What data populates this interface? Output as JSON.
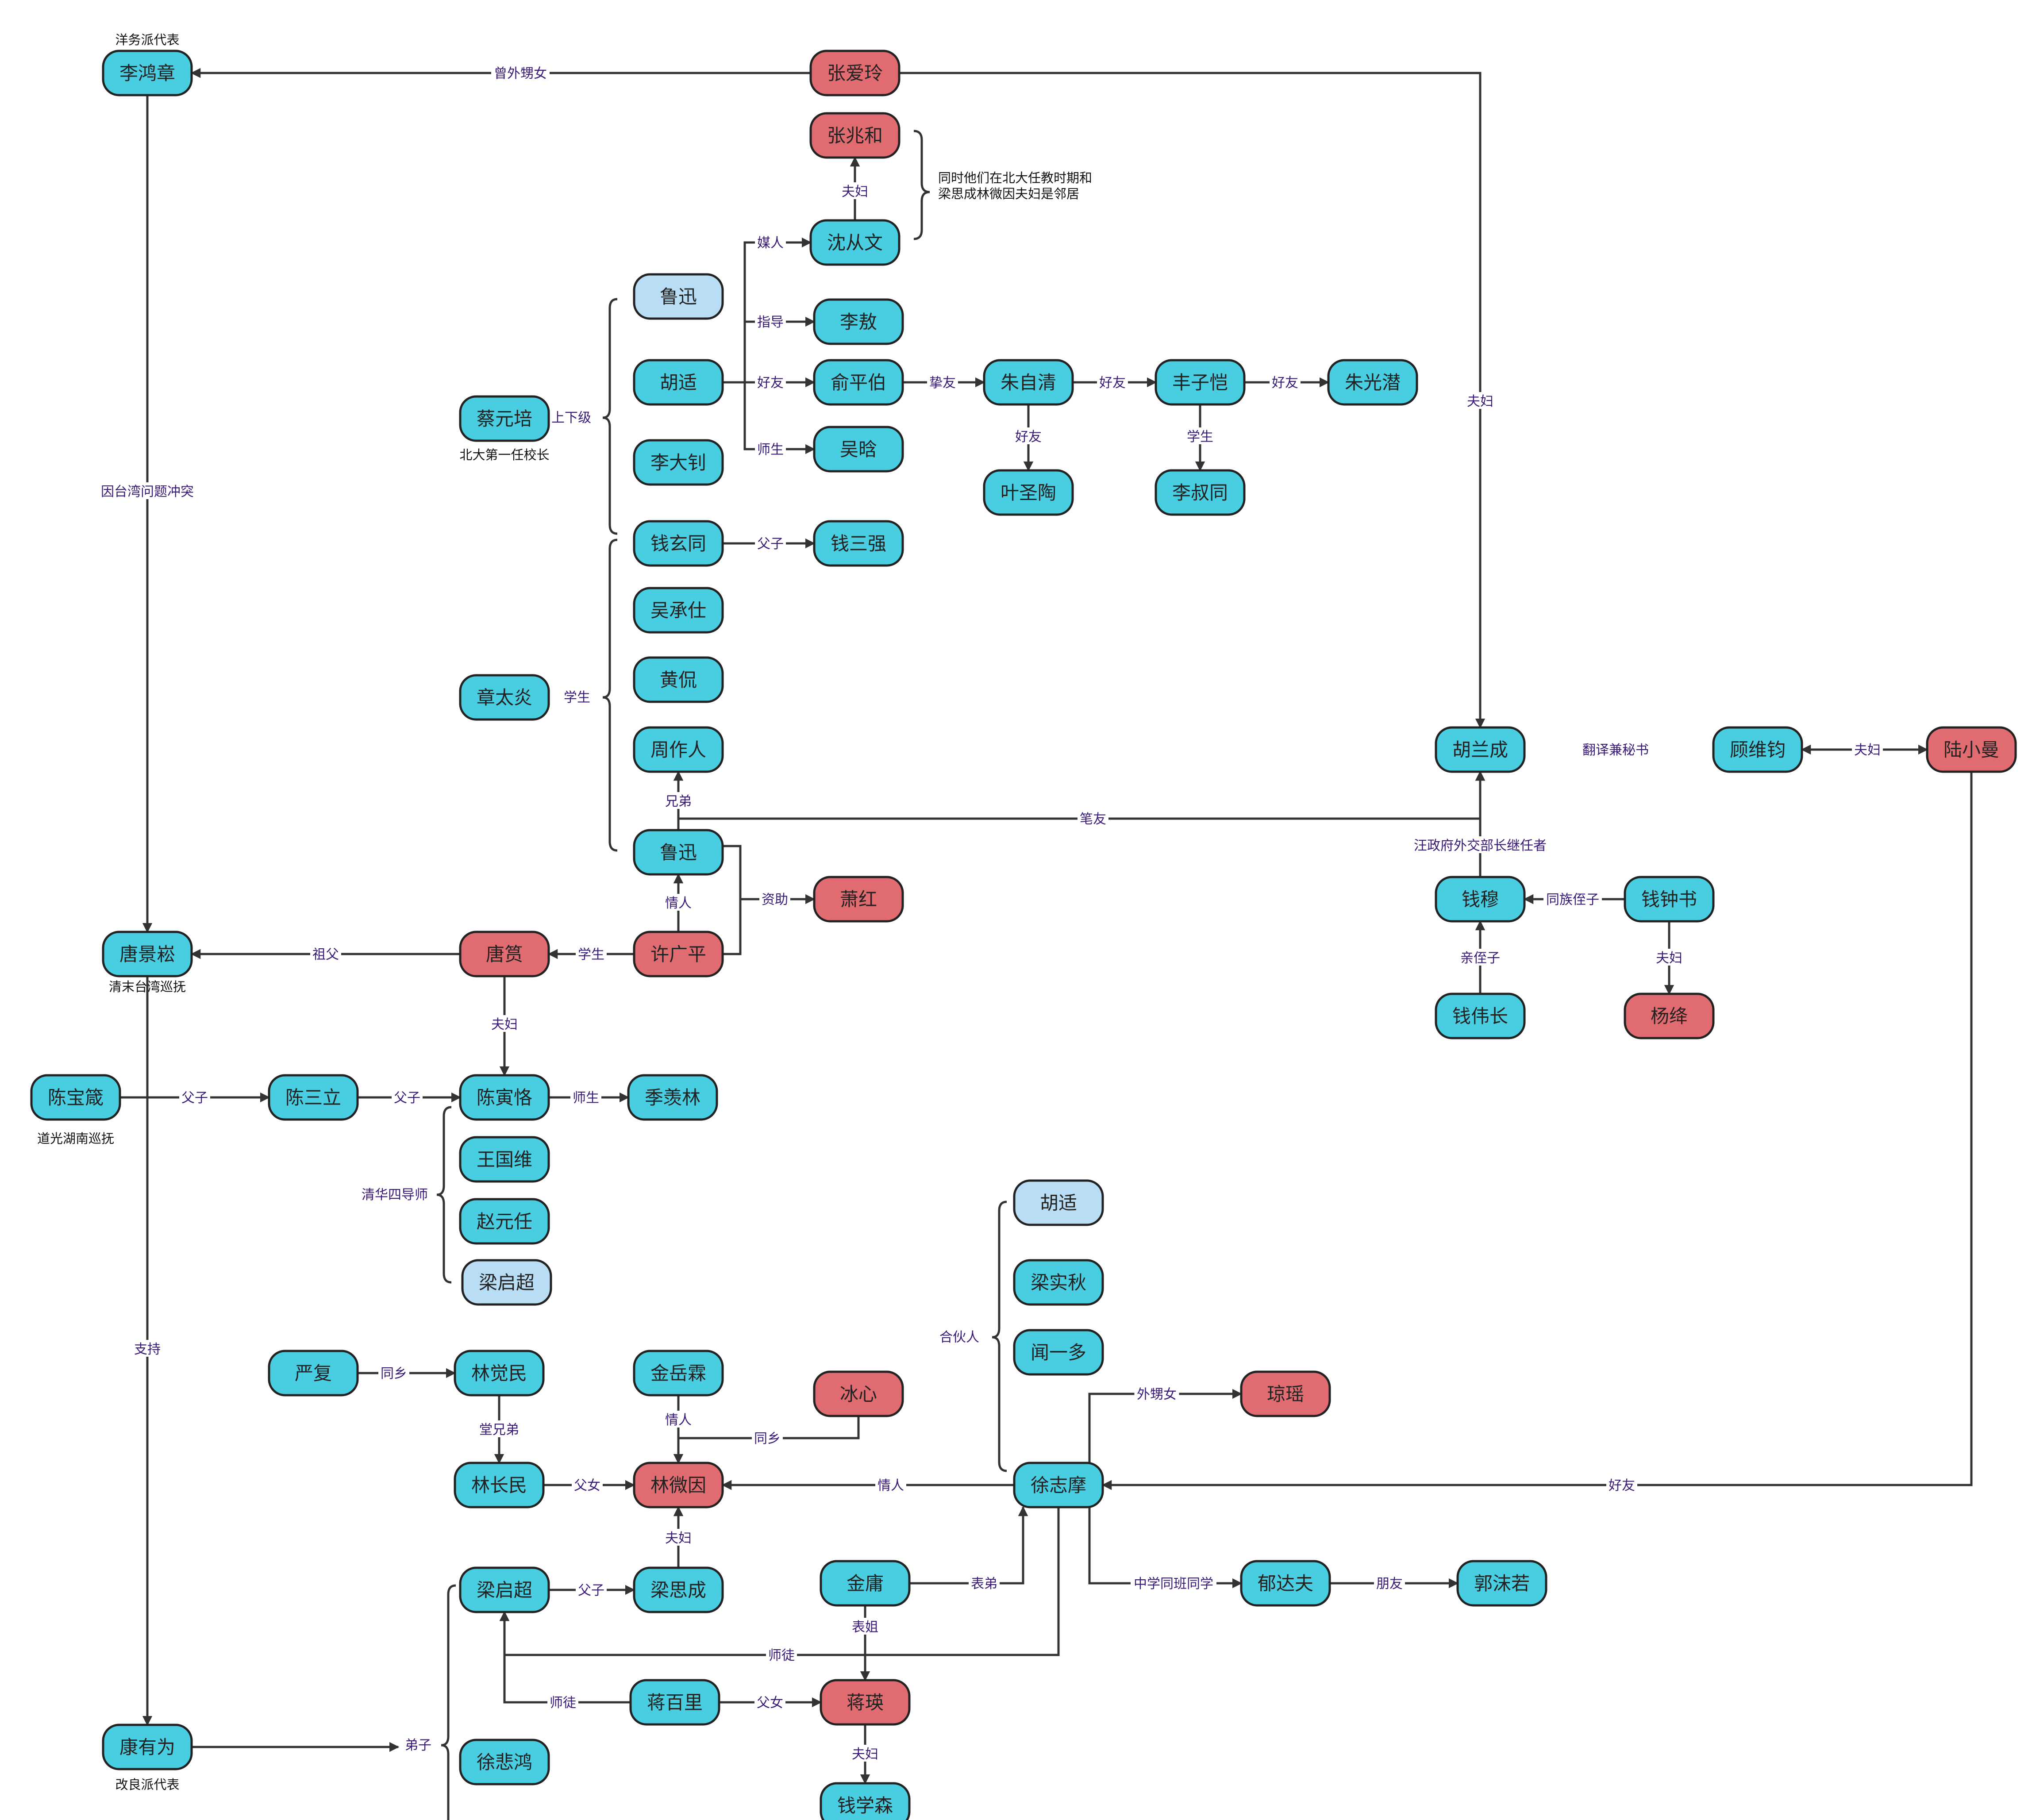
{
  "colors": {
    "person": "#48CDE1",
    "female": "#E06C72",
    "duplicate": "#B8DDF5",
    "edge": "#333333",
    "label": "#3a1a78"
  },
  "nodes": {
    "lhz": {
      "label": "李鸿章",
      "kind": "person"
    },
    "zal": {
      "label": "张爱玲",
      "kind": "female"
    },
    "zzh": {
      "label": "张兆和",
      "kind": "female"
    },
    "scw": {
      "label": "沈从文",
      "kind": "person"
    },
    "lx_dup": {
      "label": "鲁迅",
      "kind": "duplicate"
    },
    "la": {
      "label": "李敖",
      "kind": "person"
    },
    "hs": {
      "label": "胡适",
      "kind": "person"
    },
    "ypb": {
      "label": "俞平伯",
      "kind": "person"
    },
    "zzq": {
      "label": "朱自清",
      "kind": "person"
    },
    "fzk": {
      "label": "丰子恺",
      "kind": "person"
    },
    "zgq": {
      "label": "朱光潜",
      "kind": "person"
    },
    "cyp": {
      "label": "蔡元培",
      "kind": "person"
    },
    "ldz": {
      "label": "李大钊",
      "kind": "person"
    },
    "wh": {
      "label": "吴晗",
      "kind": "person"
    },
    "yst": {
      "label": "叶圣陶",
      "kind": "person"
    },
    "lst": {
      "label": "李叔同",
      "kind": "person"
    },
    "qxt": {
      "label": "钱玄同",
      "kind": "person"
    },
    "qsq": {
      "label": "钱三强",
      "kind": "person"
    },
    "wcs": {
      "label": "吴承仕",
      "kind": "person"
    },
    "hk": {
      "label": "黄侃",
      "kind": "person"
    },
    "zty": {
      "label": "章太炎",
      "kind": "person"
    },
    "zzr": {
      "label": "周作人",
      "kind": "person"
    },
    "lx": {
      "label": "鲁迅",
      "kind": "person"
    },
    "xh": {
      "label": "萧红",
      "kind": "female"
    },
    "hlc": {
      "label": "胡兰成",
      "kind": "person"
    },
    "gwj": {
      "label": "顾维钧",
      "kind": "person"
    },
    "lxm": {
      "label": "陆小曼",
      "kind": "female"
    },
    "qm": {
      "label": "钱穆",
      "kind": "person"
    },
    "qzs": {
      "label": "钱钟书",
      "kind": "person"
    },
    "qwc": {
      "label": "钱伟长",
      "kind": "person"
    },
    "yj": {
      "label": "杨绛",
      "kind": "female"
    },
    "tjs": {
      "label": "唐景崧",
      "kind": "person"
    },
    "ty": {
      "label": "唐筼",
      "kind": "female"
    },
    "xgp": {
      "label": "许广平",
      "kind": "female"
    },
    "cbz": {
      "label": "陈宝箴",
      "kind": "person"
    },
    "csl": {
      "label": "陈三立",
      "kind": "person"
    },
    "cyk": {
      "label": "陈寅恪",
      "kind": "person"
    },
    "jxl": {
      "label": "季羡林",
      "kind": "person"
    },
    "wgw": {
      "label": "王国维",
      "kind": "person"
    },
    "zyr": {
      "label": "赵元任",
      "kind": "person"
    },
    "lqc_dup": {
      "label": "梁启超",
      "kind": "duplicate"
    },
    "hs_dup": {
      "label": "胡适",
      "kind": "duplicate"
    },
    "lsq": {
      "label": "梁实秋",
      "kind": "person"
    },
    "wyd": {
      "label": "闻一多",
      "kind": "person"
    },
    "yf": {
      "label": "严复",
      "kind": "person"
    },
    "ljm": {
      "label": "林觉民",
      "kind": "person"
    },
    "jyl": {
      "label": "金岳霖",
      "kind": "person"
    },
    "bx": {
      "label": "冰心",
      "kind": "female"
    },
    "qy": {
      "label": "琼瑶",
      "kind": "female"
    },
    "lcm": {
      "label": "林长民",
      "kind": "person"
    },
    "lhy": {
      "label": "林微因",
      "kind": "female"
    },
    "xzm": {
      "label": "徐志摩",
      "kind": "person"
    },
    "lqc": {
      "label": "梁启超",
      "kind": "person"
    },
    "lsc": {
      "label": "梁思成",
      "kind": "person"
    },
    "jy": {
      "label": "金庸",
      "kind": "person"
    },
    "ydf": {
      "label": "郁达夫",
      "kind": "person"
    },
    "gmr": {
      "label": "郭沫若",
      "kind": "person"
    },
    "jbl": {
      "label": "蒋百里",
      "kind": "person"
    },
    "jyi": {
      "label": "蒋瑛",
      "kind": "female"
    },
    "kyw": {
      "label": "康有为",
      "kind": "person"
    },
    "xbh": {
      "label": "徐悲鸿",
      "kind": "person"
    },
    "qxs": {
      "label": "钱学森",
      "kind": "person"
    }
  },
  "notes": {
    "lhz": "洋务派代表",
    "cyp": "北大第一任校长",
    "tjs": "清末台湾巡抚",
    "cbz": "道光湖南巡抚",
    "kyw": "改良派代表",
    "scw_1": "同时他们在北大任教时期和",
    "scw_2": "梁思成林微因夫妇是邻居"
  },
  "edges": [
    {
      "from": "zal",
      "to": "lhz",
      "label": "曾外甥女"
    },
    {
      "from": "zal",
      "to": "hlc",
      "label": "夫妇"
    },
    {
      "from": "lhz",
      "to": "tjs",
      "label": "因台湾问题冲突"
    },
    {
      "from": "scw",
      "to": "zzh",
      "label": "夫妇"
    },
    {
      "from": "hs",
      "to": "scw",
      "label": "媒人"
    },
    {
      "from": "hs",
      "to": "la",
      "label": "指导"
    },
    {
      "from": "hs",
      "to": "ypb",
      "label": "好友"
    },
    {
      "from": "hs",
      "to": "wh",
      "label": "师生"
    },
    {
      "from": "ypb",
      "to": "zzq",
      "label": "挚友"
    },
    {
      "from": "zzq",
      "to": "fzk",
      "label": "好友"
    },
    {
      "from": "fzk",
      "to": "zgq",
      "label": "好友"
    },
    {
      "from": "zzq",
      "to": "yst",
      "label": "好友"
    },
    {
      "from": "fzk",
      "to": "lst",
      "label": "学生"
    },
    {
      "from": "qxt",
      "to": "qsq",
      "label": "父子"
    },
    {
      "from": "lx",
      "to": "zzr",
      "label": "兄弟"
    },
    {
      "from": "lx",
      "to": "hlc",
      "label": "笔友"
    },
    {
      "from": "xgp",
      "to": "lx",
      "label": "情人"
    },
    {
      "from": "xgp",
      "to": "xh",
      "label": "资助"
    },
    {
      "from": "xgp",
      "to": "ty",
      "label": "学生"
    },
    {
      "from": "ty",
      "to": "tjs",
      "label": "祖父"
    },
    {
      "from": "ty",
      "to": "cyk",
      "label": "夫妇"
    },
    {
      "from": "hlc",
      "to": "gwj",
      "label": "汪政府外交部长继任者"
    },
    {
      "from": "lxm",
      "to": "gwj",
      "label": "翻译兼秘书"
    },
    {
      "from": "lxm",
      "to": "xzm",
      "label": "夫妇"
    },
    {
      "from": "qm",
      "to": "hlc",
      "label": "好友"
    },
    {
      "from": "qzs",
      "to": "qm",
      "label": "同族侄子"
    },
    {
      "from": "qwc",
      "to": "qm",
      "label": "亲侄子"
    },
    {
      "from": "qzs",
      "to": "yj",
      "label": "夫妇"
    },
    {
      "from": "cbz",
      "to": "csl",
      "label": "父子"
    },
    {
      "from": "csl",
      "to": "cyk",
      "label": "父子"
    },
    {
      "from": "cyk",
      "to": "jxl",
      "label": "师生"
    },
    {
      "from": "tjs",
      "to": "kyw",
      "label": "支持"
    },
    {
      "from": "yf",
      "to": "ljm",
      "label": "同乡"
    },
    {
      "from": "ljm",
      "to": "lcm",
      "label": "堂兄弟"
    },
    {
      "from": "lcm",
      "to": "lhy",
      "label": "父女"
    },
    {
      "from": "jyl",
      "to": "lhy",
      "label": "情人"
    },
    {
      "from": "bx",
      "to": "lhy",
      "label": "同乡"
    },
    {
      "from": "xzm",
      "to": "lhy",
      "label": "情人"
    },
    {
      "from": "xzm",
      "to": "qy",
      "label": "外甥女"
    },
    {
      "from": "lsc",
      "to": "lhy",
      "label": "夫妇"
    },
    {
      "from": "lqc",
      "to": "lsc",
      "label": "父子"
    },
    {
      "from": "jy",
      "to": "xzm",
      "label": "表弟"
    },
    {
      "from": "xzm",
      "to": "ydf",
      "label": "中学同班同学"
    },
    {
      "from": "ydf",
      "to": "gmr",
      "label": "朋友"
    },
    {
      "from": "xzm",
      "to": "lqc",
      "label": "师徒"
    },
    {
      "from": "jbl",
      "to": "lqc",
      "label": "师徒"
    },
    {
      "from": "jbl",
      "to": "jyi",
      "label": "父女"
    },
    {
      "from": "jy",
      "to": "jyi",
      "label": "表姐"
    },
    {
      "from": "jyi",
      "to": "qxs",
      "label": "夫妇"
    },
    {
      "from": "kyw",
      "to": "lqc",
      "label": "弟子"
    }
  ],
  "group_labels": {
    "cyp_group": "上下级",
    "zty_group": "学生",
    "cyk_group": "清华四导师",
    "xzm_group": "合伙人",
    "kyw_group": "弟子"
  }
}
